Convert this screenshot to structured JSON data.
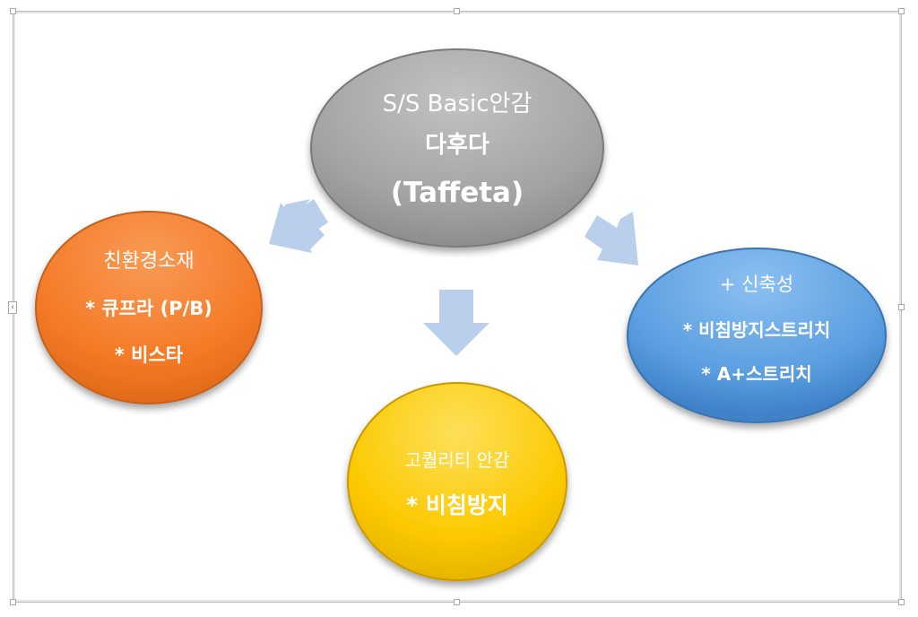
{
  "diagram": {
    "center": {
      "lines": [
        "S/S Basic안감",
        "다후다",
        "(Taffeta)"
      ],
      "color": "#a6a6a6"
    },
    "left": {
      "lines": [
        "친환경소재",
        "* 큐프라 (P/B)",
        "* 비스타"
      ],
      "color": "#f47a26"
    },
    "bottom": {
      "lines": [
        "고퀄리티 안감",
        "* 비침방지"
      ],
      "color": "#fcc900"
    },
    "right": {
      "lines": [
        "+ 신축성",
        "* 비침방지스트리치",
        "* A+스트리치"
      ],
      "color": "#5a9ee0"
    },
    "arrow_color": "#b9cfec",
    "arrows": [
      "center-to-left",
      "center-to-bottom",
      "center-to-right"
    ]
  },
  "frame": {
    "selected": true,
    "side_handle_icon": "chevron-left-icon",
    "side_handle_glyph": "‹"
  }
}
